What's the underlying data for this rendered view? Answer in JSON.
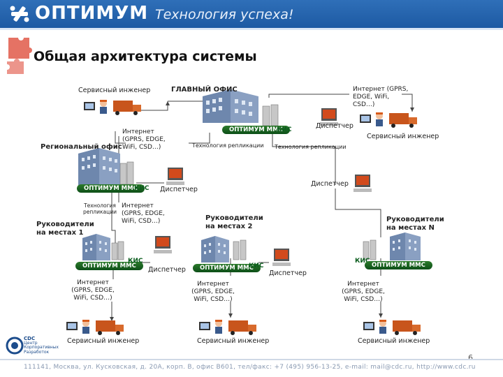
{
  "header": {
    "brand": "ОПТИМУМ",
    "slogan": "Технология успеха!"
  },
  "title": "Общая архитектура системы",
  "labels": {
    "head_office": "ГЛАВНЫЙ ОФИС",
    "regional_office": "Региональный офис",
    "manager_site_1": "Руководители на местах 1",
    "manager_site_2": "Руководители на местах 2",
    "manager_site_n": "Руководители на местах N",
    "service_engineer": "Сервисный инженер",
    "dispatcher": "Диспетчер",
    "internet": "Интернет (GPRS, EDGE, WiFi, CSD…)",
    "replication": "Технология репликации",
    "optimum_mms": "ОПТИМУМ ММС",
    "kis": "КИС"
  },
  "footer": {
    "address": "111141, Москва, ул. Кусковская, д. 20А, корп. В, офис В601, тел/факс: +7 (495) 956-13-25, e-mail: mail@cdc.ru, http://www.cdc.ru",
    "page": "6",
    "cdc_logo": "CDC",
    "cdc_name": "Центр Корпоративных Разработок"
  },
  "colors": {
    "header_blue": "#1d5aa3",
    "bar_green": "#0d4f18",
    "building_blue": "#7d93b5",
    "monitor_red": "#d24a1c",
    "truck_orange": "#c8551c"
  }
}
